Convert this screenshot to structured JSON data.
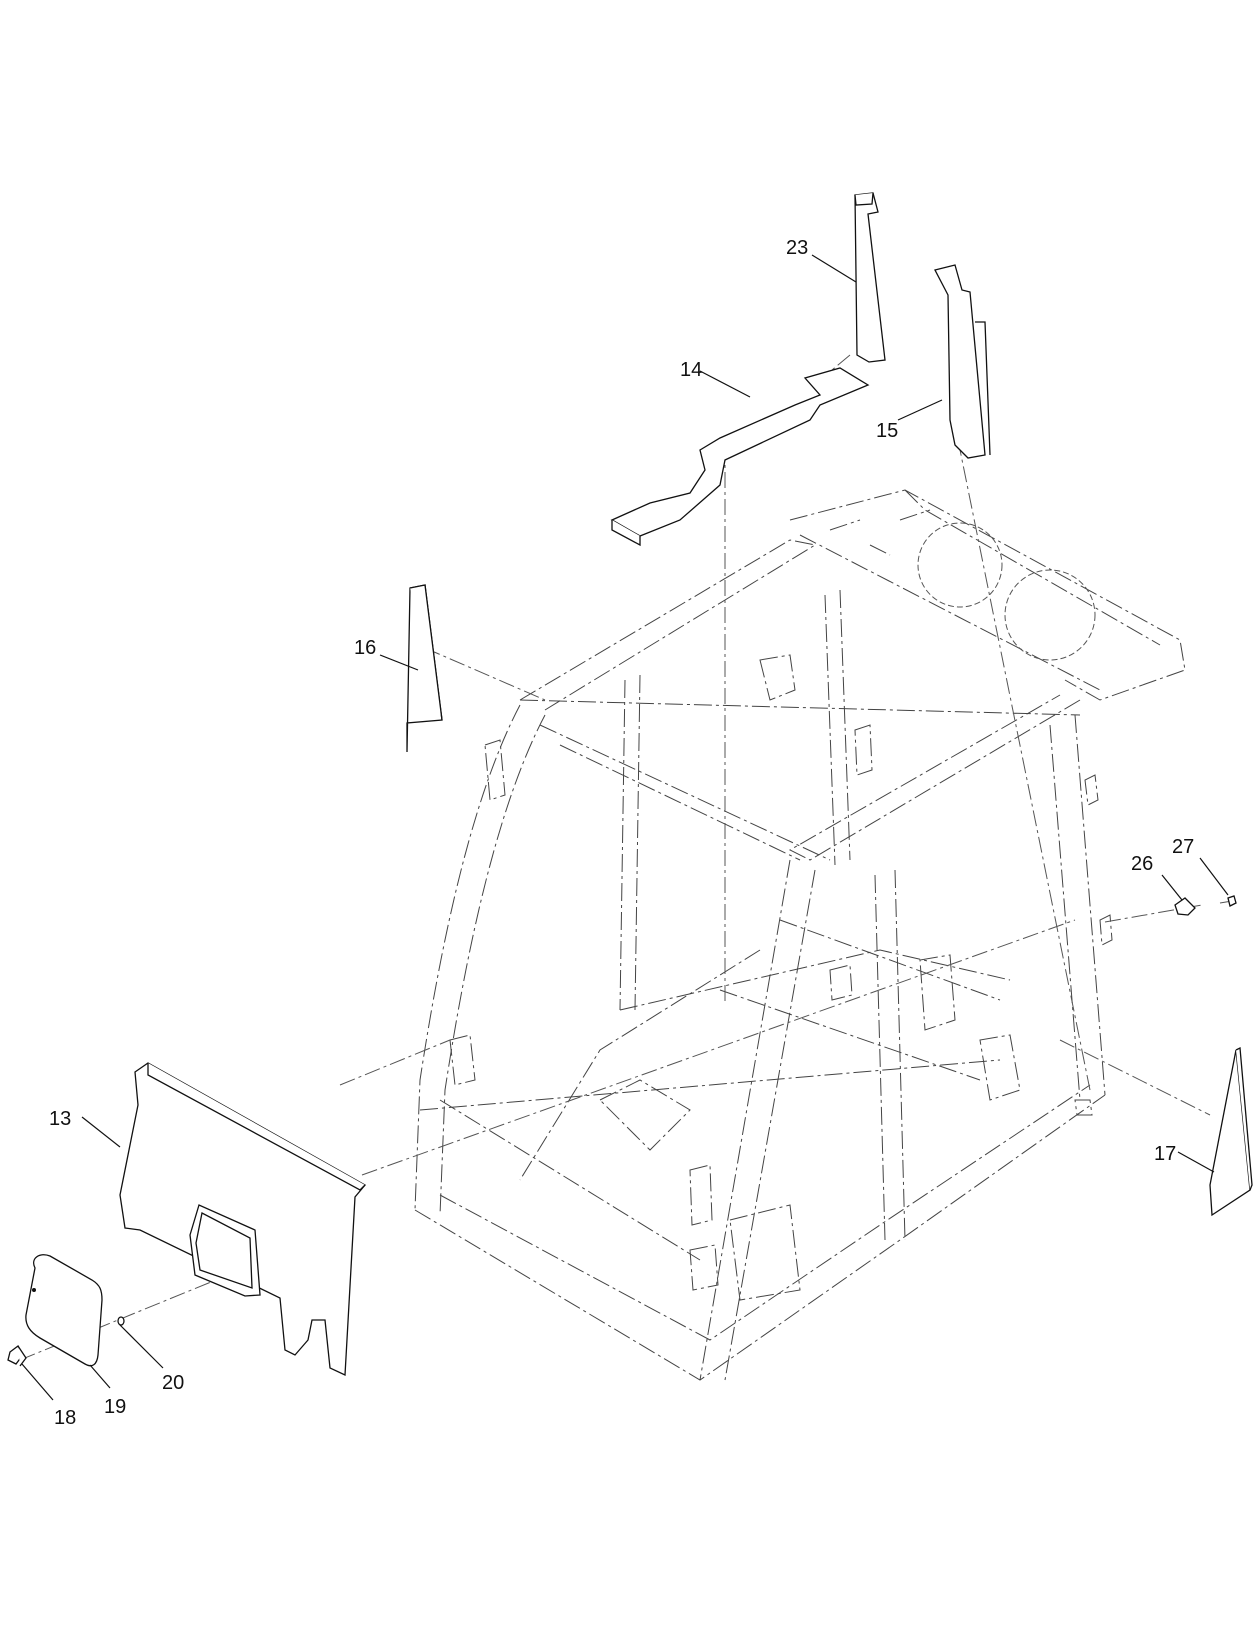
{
  "diagram": {
    "colors": {
      "line": "#111111",
      "phantom": "#555555",
      "background": "#ffffff"
    },
    "callouts": [
      {
        "id": "13",
        "label": "13"
      },
      {
        "id": "14",
        "label": "14"
      },
      {
        "id": "15",
        "label": "15"
      },
      {
        "id": "16",
        "label": "16"
      },
      {
        "id": "17",
        "label": "17"
      },
      {
        "id": "18",
        "label": "18"
      },
      {
        "id": "19",
        "label": "19"
      },
      {
        "id": "20",
        "label": "20"
      },
      {
        "id": "23",
        "label": "23"
      },
      {
        "id": "26",
        "label": "26"
      },
      {
        "id": "27",
        "label": "27"
      }
    ]
  }
}
